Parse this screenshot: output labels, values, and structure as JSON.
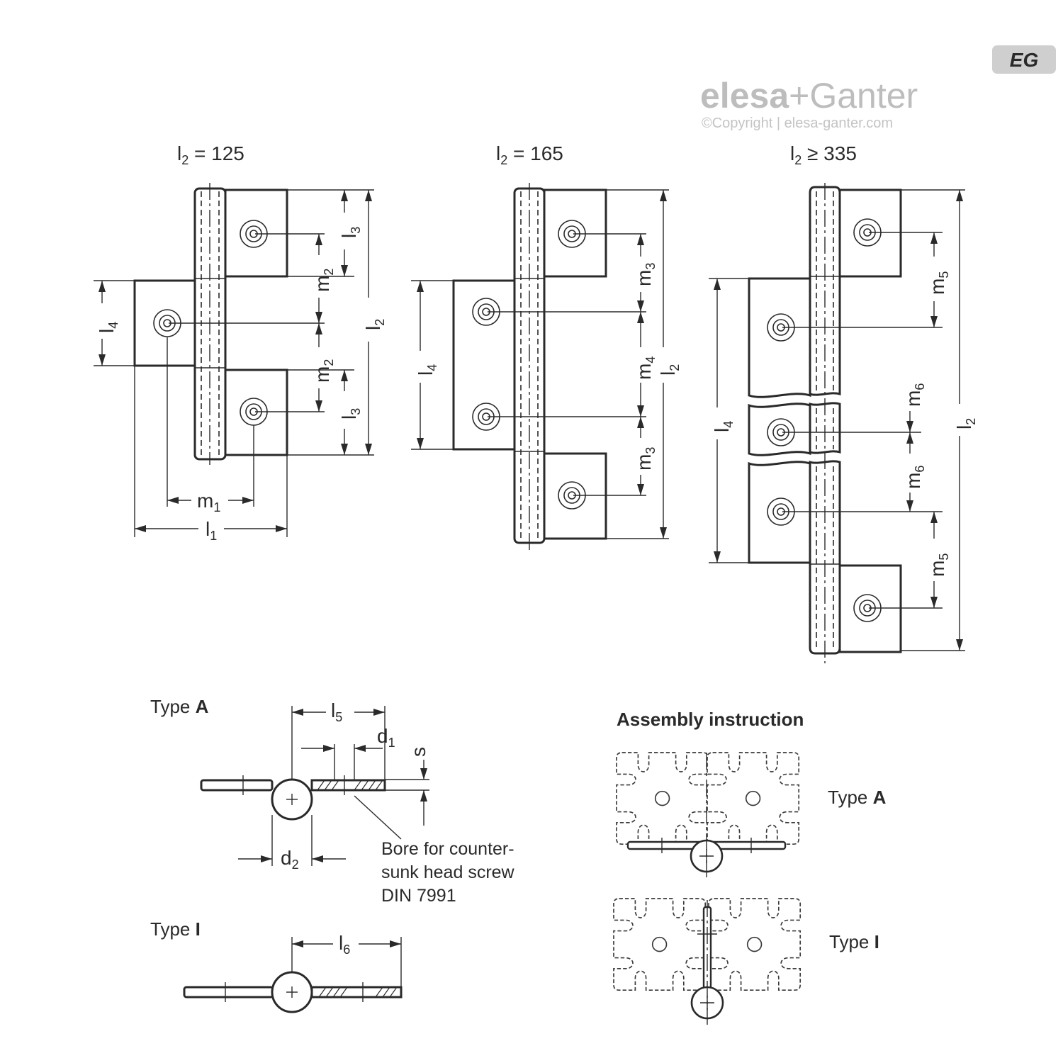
{
  "brand": {
    "badge": "EG",
    "name_left": "elesa",
    "name_plus": "+",
    "name_right": "Ganter",
    "copyright": "©Copyright | elesa-ganter.com"
  },
  "views": {
    "v125": {
      "title_var": "l",
      "title_sub": "2",
      "title_val": " = 125",
      "labels": [
        {
          "t": "l",
          "s": "3"
        },
        {
          "t": "m",
          "s": "2"
        },
        {
          "t": "l",
          "s": "4"
        },
        {
          "t": "m",
          "s": "2"
        },
        {
          "t": "l",
          "s": "3"
        },
        {
          "t": "l",
          "s": "2"
        },
        {
          "t": "m",
          "s": "1"
        },
        {
          "t": "l",
          "s": "1"
        }
      ]
    },
    "v165": {
      "title_var": "l",
      "title_sub": "2",
      "title_val": " = 165",
      "labels": [
        {
          "t": "m",
          "s": "3"
        },
        {
          "t": "l",
          "s": "4"
        },
        {
          "t": "m",
          "s": "4"
        },
        {
          "t": "m",
          "s": "3"
        },
        {
          "t": "l",
          "s": "2"
        }
      ]
    },
    "v335": {
      "title_var": "l",
      "title_sub": "2",
      "title_val": " ≥ 335",
      "labels": [
        {
          "t": "m",
          "s": "5"
        },
        {
          "t": "l",
          "s": "4"
        },
        {
          "t": "m",
          "s": "6"
        },
        {
          "t": "m",
          "s": "6"
        },
        {
          "t": "m",
          "s": "5"
        },
        {
          "t": "l",
          "s": "2"
        }
      ]
    }
  },
  "sections": {
    "type_a": {
      "word": "Type ",
      "letter": "A",
      "l5": {
        "t": "l",
        "s": "5"
      },
      "d1": {
        "t": "d",
        "s": "1"
      },
      "s": "s",
      "d2": {
        "t": "d",
        "s": "2"
      },
      "note": [
        "Bore for counter-",
        "sunk head screw",
        "DIN 7991"
      ]
    },
    "type_i": {
      "word": "Type ",
      "letter": "I",
      "l6": {
        "t": "l",
        "s": "6"
      }
    }
  },
  "assembly": {
    "title": "Assembly instruction",
    "type_a": {
      "word": "Type ",
      "letter": "A"
    },
    "type_i": {
      "word": "Type ",
      "letter": "I"
    }
  }
}
